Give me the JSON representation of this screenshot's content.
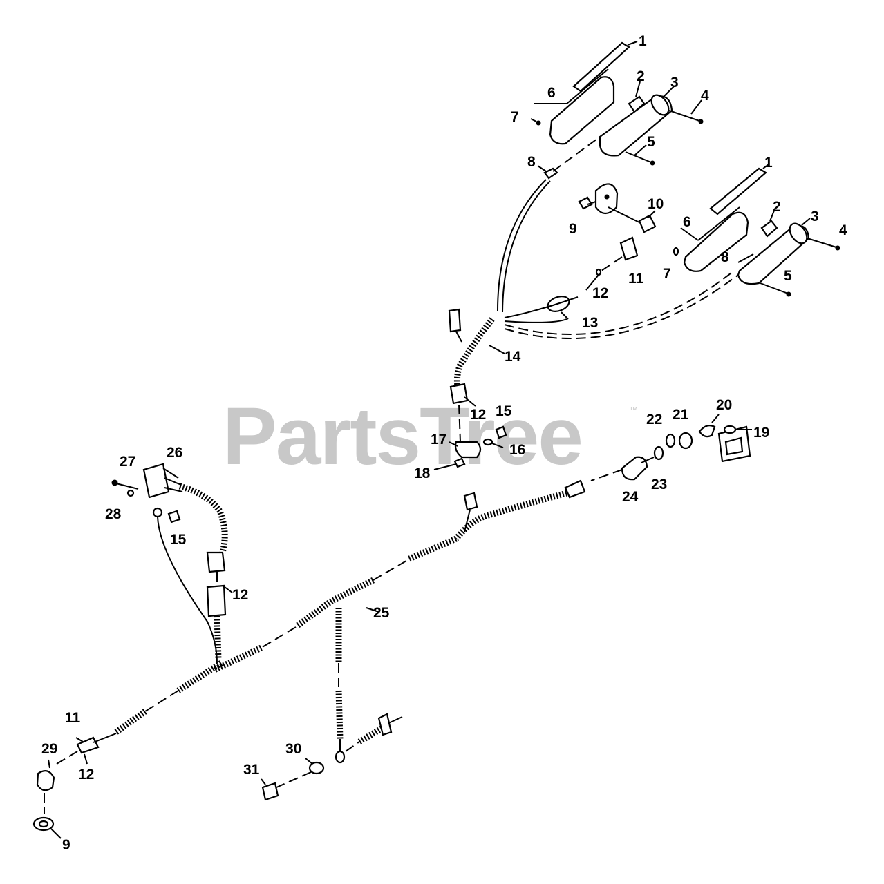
{
  "watermark": {
    "text": "PartsTree",
    "trademark": "™"
  },
  "callouts": [
    {
      "id": "c1a",
      "label": "1"
    },
    {
      "id": "c2a",
      "label": "2"
    },
    {
      "id": "c3a",
      "label": "3"
    },
    {
      "id": "c4a",
      "label": "4"
    },
    {
      "id": "c5a",
      "label": "5"
    },
    {
      "id": "c6a",
      "label": "6"
    },
    {
      "id": "c7a",
      "label": "7"
    },
    {
      "id": "c8a",
      "label": "8"
    },
    {
      "id": "c1b",
      "label": "1"
    },
    {
      "id": "c2b",
      "label": "2"
    },
    {
      "id": "c3b",
      "label": "3"
    },
    {
      "id": "c4b",
      "label": "4"
    },
    {
      "id": "c5b",
      "label": "5"
    },
    {
      "id": "c6b",
      "label": "6"
    },
    {
      "id": "c7b",
      "label": "7"
    },
    {
      "id": "c8b",
      "label": "8"
    },
    {
      "id": "c9a",
      "label": "9"
    },
    {
      "id": "c10",
      "label": "10"
    },
    {
      "id": "c11a",
      "label": "11"
    },
    {
      "id": "c12a",
      "label": "12"
    },
    {
      "id": "c13",
      "label": "13"
    },
    {
      "id": "c14",
      "label": "14"
    },
    {
      "id": "c12b",
      "label": "12"
    },
    {
      "id": "c15a",
      "label": "15"
    },
    {
      "id": "c16",
      "label": "16"
    },
    {
      "id": "c17",
      "label": "17"
    },
    {
      "id": "c18",
      "label": "18"
    },
    {
      "id": "c20",
      "label": "20"
    },
    {
      "id": "c19",
      "label": "19"
    },
    {
      "id": "c21",
      "label": "21"
    },
    {
      "id": "c22",
      "label": "22"
    },
    {
      "id": "c23",
      "label": "23"
    },
    {
      "id": "c24",
      "label": "24"
    },
    {
      "id": "c26",
      "label": "26"
    },
    {
      "id": "c27",
      "label": "27"
    },
    {
      "id": "c28",
      "label": "28"
    },
    {
      "id": "c15b",
      "label": "15"
    },
    {
      "id": "c12c",
      "label": "12"
    },
    {
      "id": "c25",
      "label": "25"
    },
    {
      "id": "c11b",
      "label": "11"
    },
    {
      "id": "c29",
      "label": "29"
    },
    {
      "id": "c12d",
      "label": "12"
    },
    {
      "id": "c9b",
      "label": "9"
    },
    {
      "id": "c30",
      "label": "30"
    },
    {
      "id": "c31",
      "label": "31"
    }
  ]
}
